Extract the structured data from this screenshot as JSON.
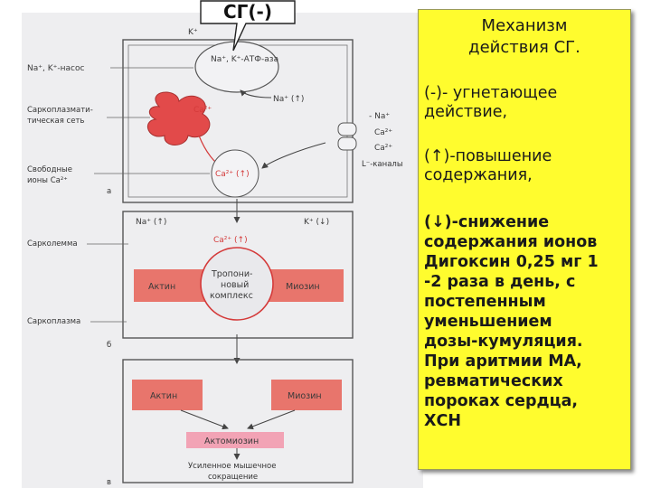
{
  "callout": {
    "text": "СГ(-)"
  },
  "diagram": {
    "pump_box": "Na⁺, K⁺-АТФ-аза",
    "k_top": "K⁺",
    "na_k_pump": "Na⁺, K⁺-насос",
    "na_up": "Na⁺ (↑)",
    "sr_label": [
      "Саркоплазмати-",
      "тическая сеть"
    ],
    "ca_sr": "Ca²⁺",
    "channel_na": "- Na⁺",
    "channel_ca1": "Ca²⁺",
    "channel_ca2": "Ca²⁺",
    "l_channels": "L⁻-каналы",
    "free_ions": [
      "Свободные",
      "ионы Ca²⁺"
    ],
    "ca_up": "Ca²⁺ (↑)",
    "letter_a": "а",
    "na_up2": "Na⁺ (↑)",
    "k_down": "K⁺ (↓)",
    "sarcolemma": "Сарколемма",
    "ca_up2": "Ca²⁺ (↑)",
    "minus": "−",
    "actin": "Актин",
    "troponin": [
      "Тропони-",
      "новый",
      "комплекс"
    ],
    "myosin": "Миозин",
    "sarcoplasm": "Саркоплазма",
    "letter_b": "б",
    "actin2": "Актин",
    "myosin2": "Миозин",
    "actomyosin": "Актомиозин",
    "contraction": [
      "Усиленное мышечное",
      "сокращение"
    ],
    "letter_c": "в"
  },
  "panel": {
    "title": [
      "Механизм",
      "действия СГ."
    ],
    "lines": [
      "(-)- угнетающее",
      "действие,",
      "(↑)-повышение",
      "содержания,",
      "(↓)-снижение",
      "содержания ионов",
      "Дигоксин 0,25 мг 1",
      "-2 раза в день, с",
      "постепенным",
      "уменьшением",
      "дозы-кумуляция.",
      "При аритмии МА,",
      "ревматических",
      "пороках сердца,",
      "ХСН"
    ]
  },
  "colors": {
    "panel_bg": "#fffc2e",
    "box_red": "#e8756c",
    "box_pink": "#f2a3b5",
    "arrow_red": "#d43a3a"
  }
}
